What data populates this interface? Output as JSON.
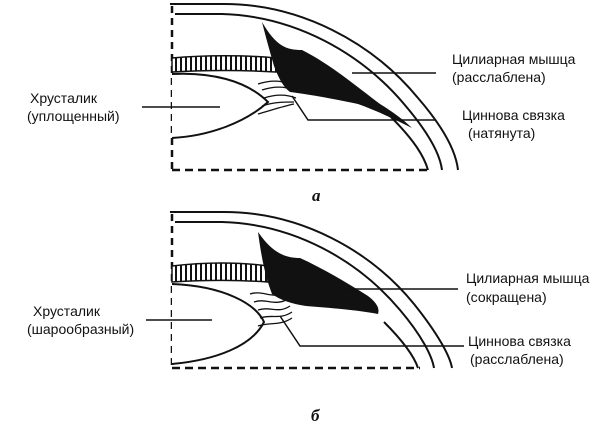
{
  "panels": [
    {
      "caption": "а",
      "lens": {
        "name": "Хрусталик",
        "state": "(уплощенный)"
      },
      "ciliary": {
        "name": "Цилиарная мышца",
        "state": "(расслаблена)"
      },
      "zonule": {
        "name": "Циннова связка",
        "state": "(натянута)"
      }
    },
    {
      "caption": "б",
      "lens": {
        "name": "Хрусталик",
        "state": "(шарообразный)"
      },
      "ciliary": {
        "name": "Цилиарная мышца",
        "state": "(сокращена)"
      },
      "zonule": {
        "name": "Циннова связка",
        "state": "(расслаблена)"
      }
    }
  ],
  "colors": {
    "ink": "#111111",
    "paper": "#ffffff"
  }
}
